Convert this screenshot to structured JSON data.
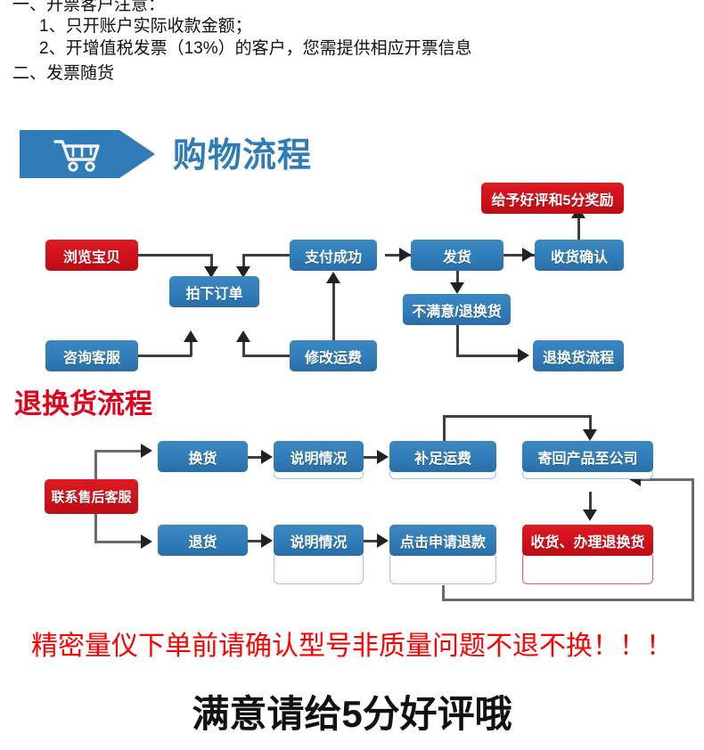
{
  "notice": {
    "lines": [
      "一、开票客户注意：",
      "1、只开账户实际收款金额；",
      "2、开增值税发票（13%）的客户，您需提供相应开票信息",
      "二、发票随货"
    ]
  },
  "banner": {
    "icon": "shopping-cart-icon",
    "title": "购物流程",
    "accent_color": "#2f7cb8"
  },
  "shopping_flow": {
    "nodes": {
      "browse": "浏览宝贝",
      "place_order": "拍下订单",
      "consult_service": "咨询客服",
      "modify_shipping": "修改运费",
      "pay_success": "支付成功",
      "ship": "发货",
      "dissatisfied": "不满意/退换货",
      "confirm_receipt": "收货确认",
      "good_review": "给予好评和5分奖励",
      "return_process": "退换货流程"
    },
    "colors": {
      "blue": "#2f7cb8",
      "red": "#d0121b",
      "connector": "#3f3f3f"
    }
  },
  "return_section": {
    "title": "退换货流程",
    "title_color": "#e2001a",
    "nodes": {
      "contact_after_sales": "联系售后客服",
      "exchange": "换货",
      "explain_1": "说明情况",
      "pay_freight": "补足运费",
      "send_back": "寄回产品至公司",
      "refund": "退货",
      "explain_2": "说明情况",
      "apply_refund": "点击申请退款",
      "receive_process": "收货、办理退换货"
    }
  },
  "footer": {
    "warning": "精密量仪下单前请确认型号非质量问题不退不换！！！",
    "warning_color": "#ff0000",
    "cta": "满意请给5分好评哦"
  }
}
